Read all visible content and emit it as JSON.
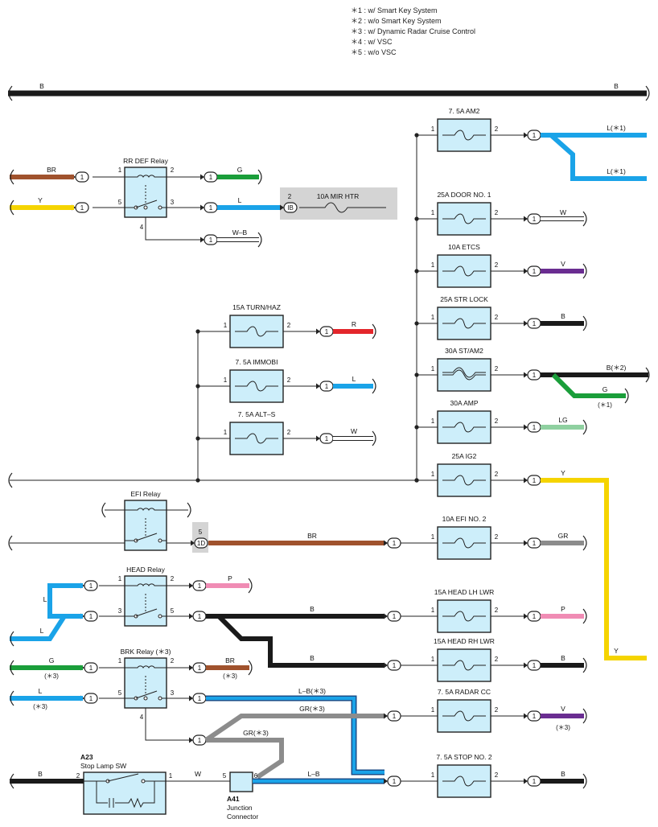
{
  "notes": [
    "＊1 : w/ Smart Key System",
    "＊2 : w/o Smart Key System",
    "＊3 : w/ Dynamic Radar Cruise Control",
    "＊4 : w/ VSC",
    "＊5 : w/o VSC"
  ],
  "colors": {
    "B": "#1a1a1a",
    "BR": "#a0522d",
    "G": "#1a9e3a",
    "Y": "#f5d400",
    "L": "#1aa3e8",
    "R": "#e3262b",
    "W": "#ffffff",
    "V": "#6a2d91",
    "LG": "#8fd0a0",
    "GR": "#8c8c8c",
    "P": "#f08cb4",
    "fuse_fill": "#cdeefa",
    "shade": "#d4d4d4"
  },
  "bus_top": {
    "left": "B",
    "right": "B"
  },
  "fuses": {
    "am2": "7. 5A AM2",
    "door": "25A DOOR NO. 1",
    "etcs": "10A ETCS",
    "strlock": "25A STR LOCK",
    "stam2": "30A ST/AM2",
    "amp": "30A AMP",
    "ig2": "25A IG2",
    "efi2": "10A EFI NO. 2",
    "headlh": "15A HEAD LH LWR",
    "headrh": "15A HEAD RH LWR",
    "radar": "7. 5A RADAR CC",
    "stop2": "7. 5A STOP NO. 2",
    "turn": "15A TURN/HAZ",
    "immobi": "7. 5A IMMOBI",
    "alts": "7. 5A ALT–S",
    "mirhtr": "10A MIR HTR"
  },
  "relays": {
    "rrdef": "RR DEF Relay",
    "efi": "EFI Relay",
    "head": "HEAD Relay",
    "brk": "BRK Relay (＊3)"
  },
  "pins": {
    "p1": "1",
    "p2": "2",
    "p3": "3",
    "p4": "4",
    "p5": "5",
    "p6": "6"
  },
  "connectors": {
    "one": "1",
    "ib": "IB",
    "ib_pin": "2",
    "oned": "1D",
    "oned_pin": "5"
  },
  "wires": {
    "am2_out1": "L(＊1)",
    "am2_out2": "L(＊1)",
    "door_out": "W",
    "etcs_out": "V",
    "strlock_out": "B",
    "stam2_out1": "B(＊2)",
    "stam2_out2": "G",
    "stam2_note": "(＊1)",
    "amp_out": "LG",
    "ig2_out": "Y",
    "ig2_down": "Y",
    "efi_br": "BR",
    "efi2_out": "GR",
    "headlh_out": "P",
    "headrh_out": "B",
    "radar_out": "V",
    "radar_note": "(＊3)",
    "stop2_out": "B",
    "turn_out": "R",
    "immobi_out": "L",
    "alts_out": "W",
    "rr_br": "BR",
    "rr_g": "G",
    "rr_y": "Y",
    "rr_l": "L",
    "rr_wb": "W–B",
    "head_l1": "L",
    "head_l2": "L",
    "head_p": "P",
    "head_b1": "B",
    "head_b2": "B",
    "brk_g": "G",
    "brk_g_note": "(＊3)",
    "brk_br": "BR",
    "brk_br_note": "(＊3)",
    "brk_l": "L",
    "brk_l_note": "(＊3)",
    "brk_lb": "L–B(＊3)",
    "brk_gr": "GR(＊3)",
    "brk_gr2": "GR(＊3)",
    "stop_b": "B",
    "stop_w": "W",
    "stop_lb": "L–B"
  },
  "stop_sw": {
    "code": "A23",
    "name": "Stop Lamp SW"
  },
  "junction": {
    "code": "A41",
    "line1": "Junction",
    "line2": "Connector"
  }
}
